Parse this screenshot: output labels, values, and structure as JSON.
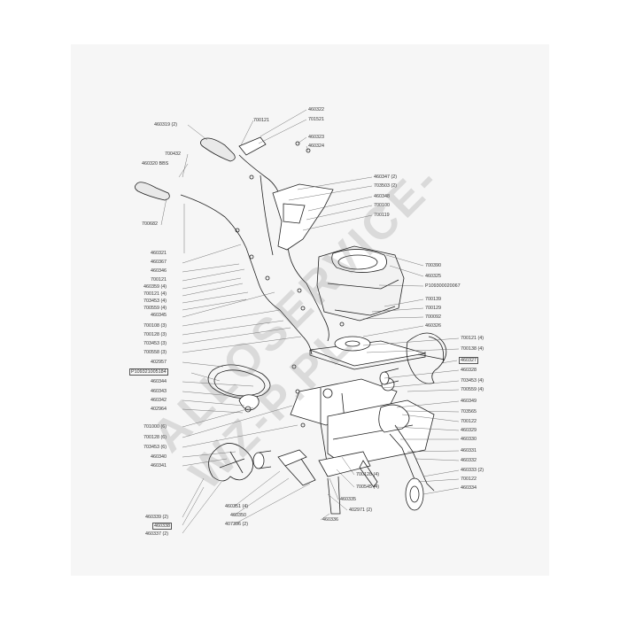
{
  "watermark": {
    "text": "ALLOSERVICE-WZ-P.PL"
  },
  "labels": {
    "l460319": "460319 (2)",
    "l700432": "700432",
    "l460320": "460320 BBS",
    "l700682": "700682",
    "l460321": "460321",
    "l460367": "460367",
    "l460346": "460346",
    "l700121a": "700121",
    "l460359": "460359 (4)",
    "l700121b": "700121 (4)",
    "l703453a": "703453 (4)",
    "l700559": "700559 (4)",
    "l460345": "460345",
    "l700108": "700108 (3)",
    "l700128a": "700128 (3)",
    "l703453b": "703453 (3)",
    "l700558": "700558 (3)",
    "l402957": "402957",
    "lP1093210": "P109321005184",
    "l460344": "460344",
    "l460343": "460343",
    "l460342": "460342",
    "l402964": "402964",
    "l701000": "701000 (6)",
    "l700128b": "700128 (6)",
    "l703453c": "703453 (6)",
    "l460340": "460340",
    "l460341": "460341",
    "l460339": "460339 (2)",
    "l460338": "460338",
    "l460337": "460337 (2)",
    "l460351": "460351 (4)",
    "l460350": "460350",
    "l407396": "407396 (2)",
    "l700121top": "700121",
    "l460322": "460322",
    "l701521": "701521",
    "l460323": "460323",
    "l460324": "460324",
    "l460347": "460347 (2)",
    "l703503": "703503 (2)",
    "l460348": "460348",
    "l700100": "700100",
    "l700119": "700119",
    "l700390": "700390",
    "l460325": "460325",
    "lP1093000": "P109300020067",
    "l700139": "700139",
    "l700129": "700129",
    "l700092": "700092",
    "l460326": "460326",
    "l700121c": "700121 (4)",
    "l700138": "700138 (4)",
    "l460327": "460327",
    "l460328": "460328",
    "l703453d": "703453 (4)",
    "l700559b": "700559 (4)",
    "l460349": "460349",
    "l703565": "703565",
    "l700122a": "700122",
    "l460329": "460329",
    "l460330": "460330",
    "l460331": "460331",
    "l460332": "460332",
    "l460333": "460333 (2)",
    "l700122b": "700122",
    "l460334": "460334",
    "l700128c": "700128 (4)",
    "l700545": "700545 (4)",
    "l460335": "460335",
    "l402971": "402971 (2)",
    "l460336": "460336"
  }
}
